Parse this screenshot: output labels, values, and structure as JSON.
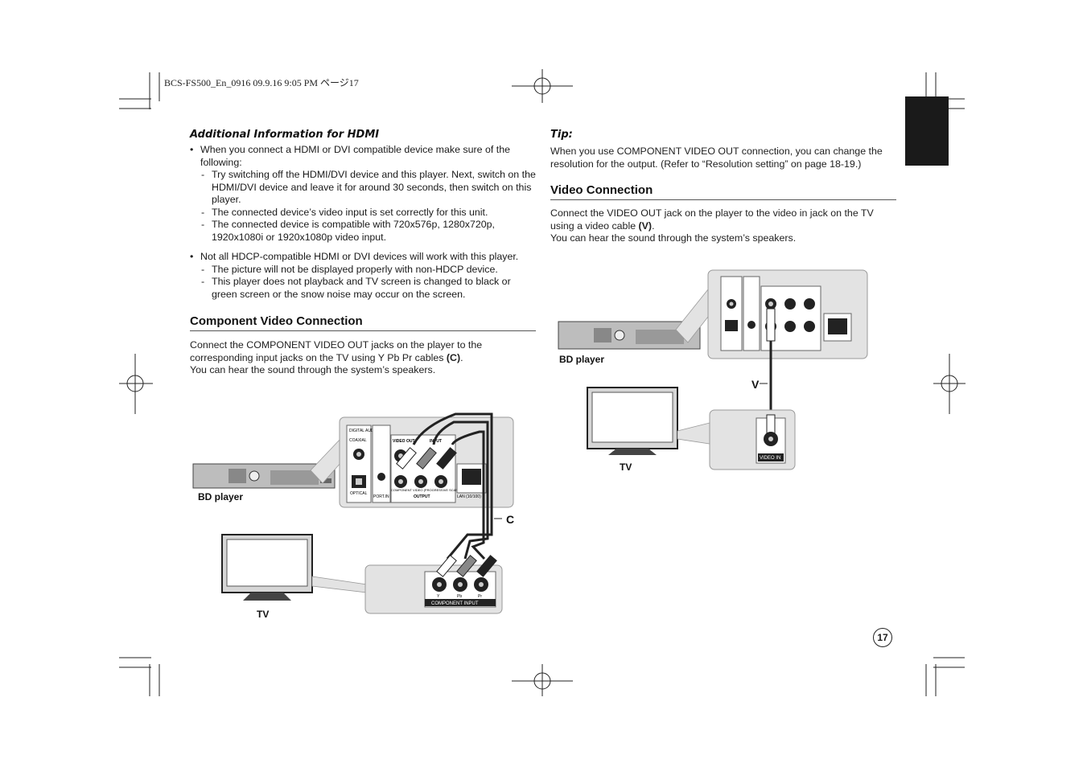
{
  "header": {
    "print_line": "BCS-FS500_En_0916  09.9.16  9:05 PM    ページ17"
  },
  "left": {
    "hdmi_heading": "Additional Information for HDMI",
    "bullet1": "When you connect a HDMI or DVI compatible device make sure of the following:",
    "bullet1_sub": [
      "Try switching off the HDMI/DVI device and this player. Next, switch on the HDMI/DVI device and leave it for around 30 seconds, then switch on this player.",
      "The connected device’s video input is set correctly for this unit.",
      "The connected device is compatible with 720x576p, 1280x720p, 1920x1080i or 1920x1080p video input."
    ],
    "bullet2": "Not all HDCP-compatible HDMI or DVI devices will work with this player.",
    "bullet2_sub": [
      "The picture will not be displayed properly with non-HDCP device.",
      "This player does not playback and TV screen is changed to black or green screen or the snow noise may occur on the screen."
    ],
    "component_heading": "Component Video Connection",
    "component_p1_a": "Connect the COMPONENT VIDEO OUT jacks on the player to the corresponding input jacks on the TV using Y Pb Pr cables ",
    "component_p1_b": "(C)",
    "component_p1_c": ".",
    "component_p2": "You can hear the sound through the system’s speakers."
  },
  "right": {
    "tip_heading": "Tip:",
    "tip_text": "When you use COMPONENT VIDEO OUT connection, you can change the resolution for the output. (Refer to “Resolution setting” on page 18-19.)",
    "video_heading": "Video Connection",
    "video_p1_a": "Connect the VIDEO OUT jack on the player to the video in jack on the TV using a video cable ",
    "video_p1_b": "(V)",
    "video_p1_c": ".",
    "video_p2": "You can hear the sound through the system’s speakers."
  },
  "diagram_component": {
    "bd_label": "BD player",
    "tv_label": "TV",
    "cable_label": "C",
    "panel_digital_audio": "DIGITAL AUDIO IN",
    "panel_coaxial": "COAXIAL",
    "panel_optical": "OPTICAL",
    "panel_video_out": "VIDEO OUT",
    "panel_input": "INPUT",
    "panel_component": "COMPONENT VIDEO (PROGRESSIVE SCAN)",
    "panel_output": "OUTPUT",
    "panel_portable": "PORT.IN",
    "panel_lan": "LAN (10/100)",
    "tv_component_input": "COMPONENT INPUT",
    "tv_y": "Y",
    "tv_pb": "Pb",
    "tv_pr": "Pr"
  },
  "diagram_video": {
    "bd_label": "BD player",
    "tv_label": "TV",
    "cable_label": "V",
    "tv_video_in": "VIDEO IN"
  },
  "page_number": "17"
}
